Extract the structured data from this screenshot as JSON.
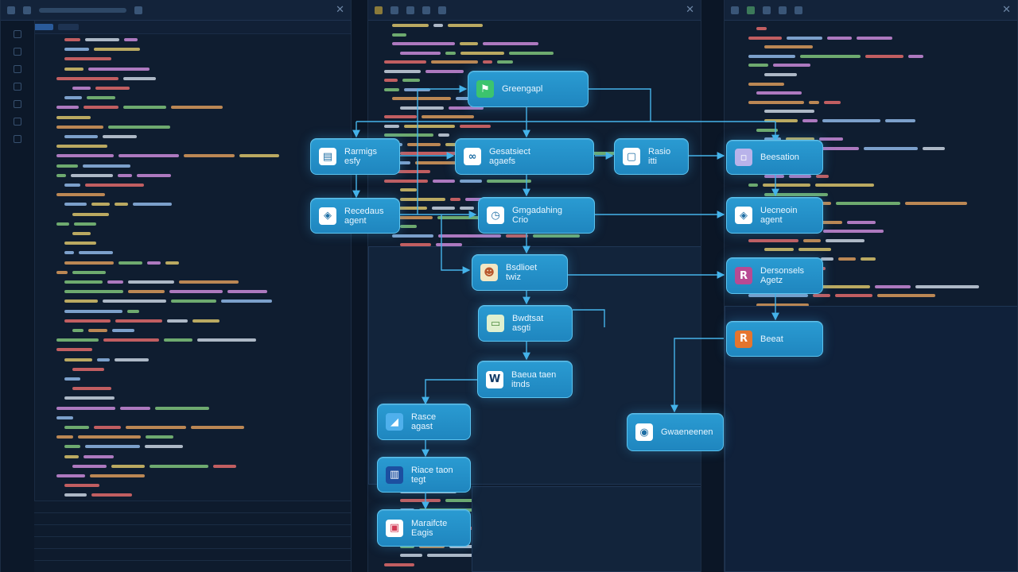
{
  "colors": {
    "background": "#0b1626",
    "node_fill": "#2a9bd2",
    "node_border": "#5cc3ef",
    "connector": "#46b4ea"
  },
  "nodes": {
    "top": {
      "label": "Greengapl",
      "icon": "gate-icon",
      "icon_glyph": "⚑",
      "icon_bg": "#3cc46e",
      "icon_fg": "#ffffff"
    },
    "left_mid": {
      "label": "Rarmigs\nesfy",
      "icon": "terminal-icon",
      "icon_glyph": "▤",
      "icon_bg": "#ffffff",
      "icon_fg": "#1f6fa5"
    },
    "center_link": {
      "label": "Gesatsiect\nagaefs",
      "icon": "infinity-icon",
      "icon_glyph": "∞",
      "icon_bg": "#ffffff",
      "icon_fg": "#1f6fa5"
    },
    "monitor": {
      "label": "Rasio\nitti",
      "icon": "monitor-icon",
      "icon_glyph": "▢",
      "icon_bg": "#ffffff",
      "icon_fg": "#1f6fa5"
    },
    "right_top": {
      "label": "Beesation",
      "icon": "document-icon",
      "icon_glyph": "▫",
      "icon_bg": "#b9b3ea",
      "icon_fg": "#ffffff"
    },
    "left_agent": {
      "label": "Recedaus\nagent",
      "icon": "shield-icon",
      "icon_glyph": "◈",
      "icon_bg": "#ffffff",
      "icon_fg": "#1f6fa5"
    },
    "center_clock": {
      "label": "Gmgadahing\nCrio",
      "icon": "clock-icon",
      "icon_glyph": "◷",
      "icon_bg": "#ffffff",
      "icon_fg": "#1f6fa5"
    },
    "right_agent": {
      "label": "Uecneoin\nagent",
      "icon": "shield-check-icon",
      "icon_glyph": "◈",
      "icon_bg": "#ffffff",
      "icon_fg": "#1f6fa5"
    },
    "center_robot": {
      "label": "Bsdlioet\ntwiz",
      "icon": "robot-icon",
      "icon_glyph": "☻",
      "icon_bg": "#f3e7c3",
      "icon_fg": "#b8572d"
    },
    "right_r": {
      "label": "Dersonsels\nAgetz",
      "icon": "r-logo-icon",
      "icon_glyph": "R",
      "icon_bg": "#b84a93",
      "icon_fg": "#ffffff"
    },
    "center_doc": {
      "label": "Bwdtsat\nasgti",
      "icon": "note-icon",
      "icon_glyph": "▭",
      "icon_bg": "#dff0cf",
      "icon_fg": "#4a8a3a"
    },
    "right_r2": {
      "label": "Beeat",
      "icon": "r-orange-icon",
      "icon_glyph": "R",
      "icon_bg": "#e5752e",
      "icon_fg": "#ffffff"
    },
    "center_w": {
      "label": "Baeua taen\nitnds",
      "icon": "w-logo-icon",
      "icon_glyph": "W",
      "icon_bg": "#ffffff",
      "icon_fg": "#123a66"
    },
    "left_stripe": {
      "label": "Rasce\nagast",
      "icon": "stripe-icon",
      "icon_glyph": "◢",
      "icon_bg": "#4fb0ec",
      "icon_fg": "#ffffff"
    },
    "bottom_right": {
      "label": "Gwaeneenen",
      "icon": "camera-icon",
      "icon_glyph": "◉",
      "icon_bg": "#ffffff",
      "icon_fg": "#1f6fa5"
    },
    "left_trello": {
      "label": "Riace taon\ntegt",
      "icon": "trello-icon",
      "icon_glyph": "▥",
      "icon_bg": "#1c4fa0",
      "icon_fg": "#ffffff"
    },
    "left_bottom": {
      "label": "Maraifcte\nEagis",
      "icon": "square-logo-icon",
      "icon_glyph": "▣",
      "icon_bg": "#ffffff",
      "icon_fg": "#d23a55"
    }
  }
}
